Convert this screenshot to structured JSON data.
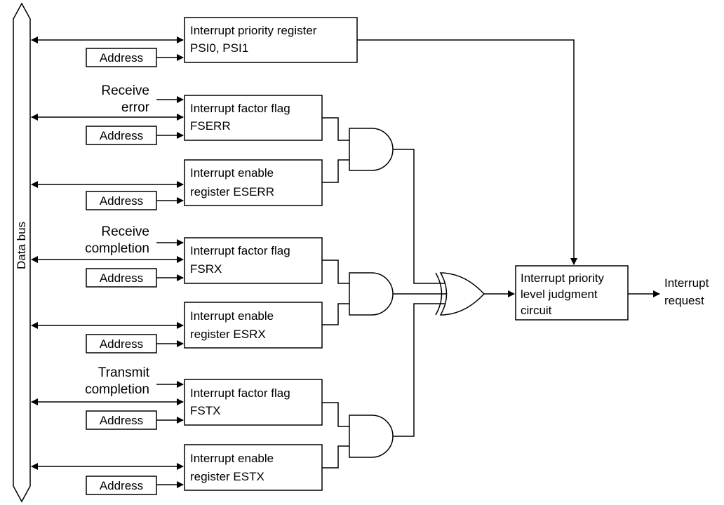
{
  "bus_label": "Data bus",
  "address_label": "Address",
  "priority_register": {
    "line1": "Interrupt priority register",
    "line2": "PSI0, PSI1"
  },
  "error": {
    "input_line1": "Receive",
    "input_line2": "error",
    "flag_line1": "Interrupt factor flag",
    "flag_line2": "FSERR",
    "enable_line1": "Interrupt enable",
    "enable_line2": "register   ESERR"
  },
  "rx": {
    "input_line1": "Receive",
    "input_line2": "completion",
    "flag_line1": "Interrupt factor flag",
    "flag_line2": "FSRX",
    "enable_line1": "Interrupt enable",
    "enable_line2": "register   ESRX"
  },
  "tx": {
    "input_line1": "Transmit",
    "input_line2": "completion",
    "flag_line1": "Interrupt factor flag",
    "flag_line2": "FSTX",
    "enable_line1": "Interrupt enable",
    "enable_line2": "register   ESTX"
  },
  "judgment": {
    "line1": "Interrupt priority",
    "line2": "level judgment",
    "line3": "circuit"
  },
  "output": {
    "line1": "Interrupt",
    "line2": "request"
  }
}
